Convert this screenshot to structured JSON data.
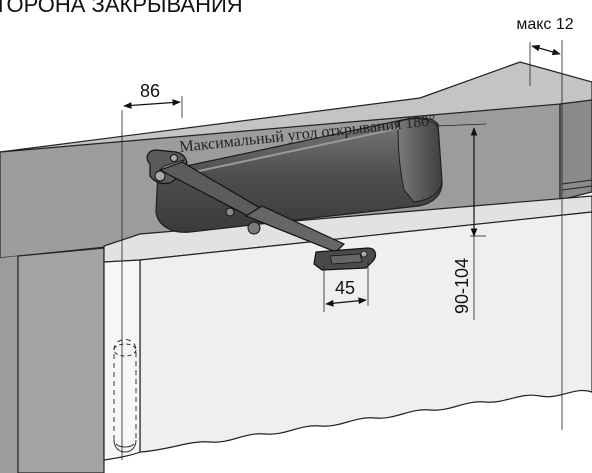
{
  "header": {
    "title": "ТОРОНА ЗАКРЫВАНИЯ"
  },
  "dimensions": {
    "offset_86": "86",
    "max_gap": "макс 12",
    "arm_45": "45",
    "height_range": "90-104"
  },
  "caption": {
    "max_angle": "Максимальный угол открывания 180°"
  },
  "colors": {
    "wall_front": "#9a9a9a",
    "wall_top": "#c2c2c2",
    "door": "#eeeeee",
    "closer_body": "#545454",
    "arm": "#5c5c5c",
    "ink": "#111111"
  }
}
